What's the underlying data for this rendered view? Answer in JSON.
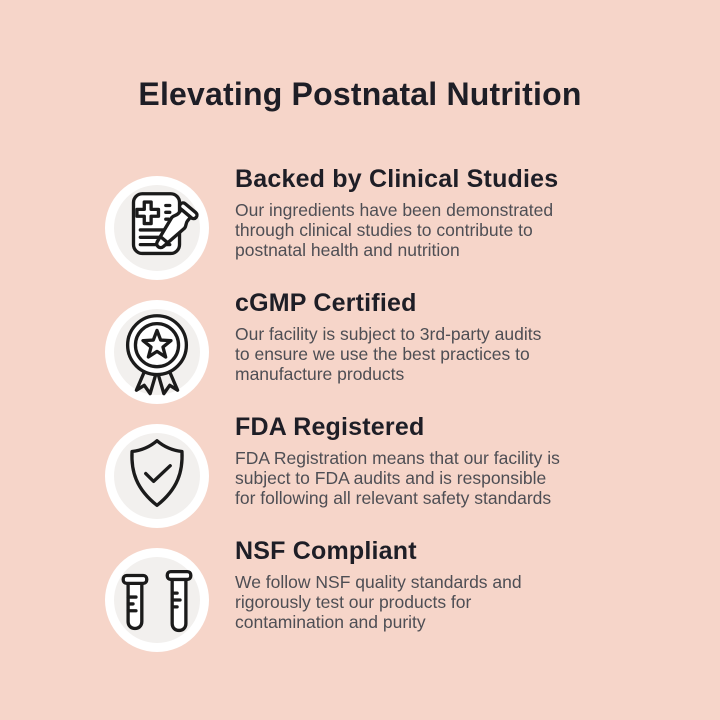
{
  "colors": {
    "background": "#f6d5c9",
    "heading_text": "#1e1e26",
    "body_text": "#4e4e54",
    "icon_stroke": "#1b1b1b",
    "icon_circle": "#ffffff",
    "icon_circle_inner": "#f2f0ee"
  },
  "title": "Elevating Postnatal Nutrition",
  "sections": [
    {
      "icon": "clipboard-dropper-icon",
      "heading": "Backed by Clinical Studies",
      "body": "Our ingredients have been demonstrated\nthrough clinical studies to contribute to\npostnatal health and nutrition"
    },
    {
      "icon": "medal-star-icon",
      "heading": "cGMP Certified",
      "body": "Our facility is subject to 3rd-party audits\nto ensure we use the best practices to\nmanufacture products"
    },
    {
      "icon": "shield-check-icon",
      "heading": "FDA Registered",
      "body": "FDA Registration means that our facility is\nsubject to FDA audits and is responsible\nfor following all relevant safety standards"
    },
    {
      "icon": "test-tubes-icon",
      "heading": "NSF Compliant",
      "body": "We follow NSF quality standards and\nrigorously test our products for\ncontamination and purity"
    }
  ]
}
